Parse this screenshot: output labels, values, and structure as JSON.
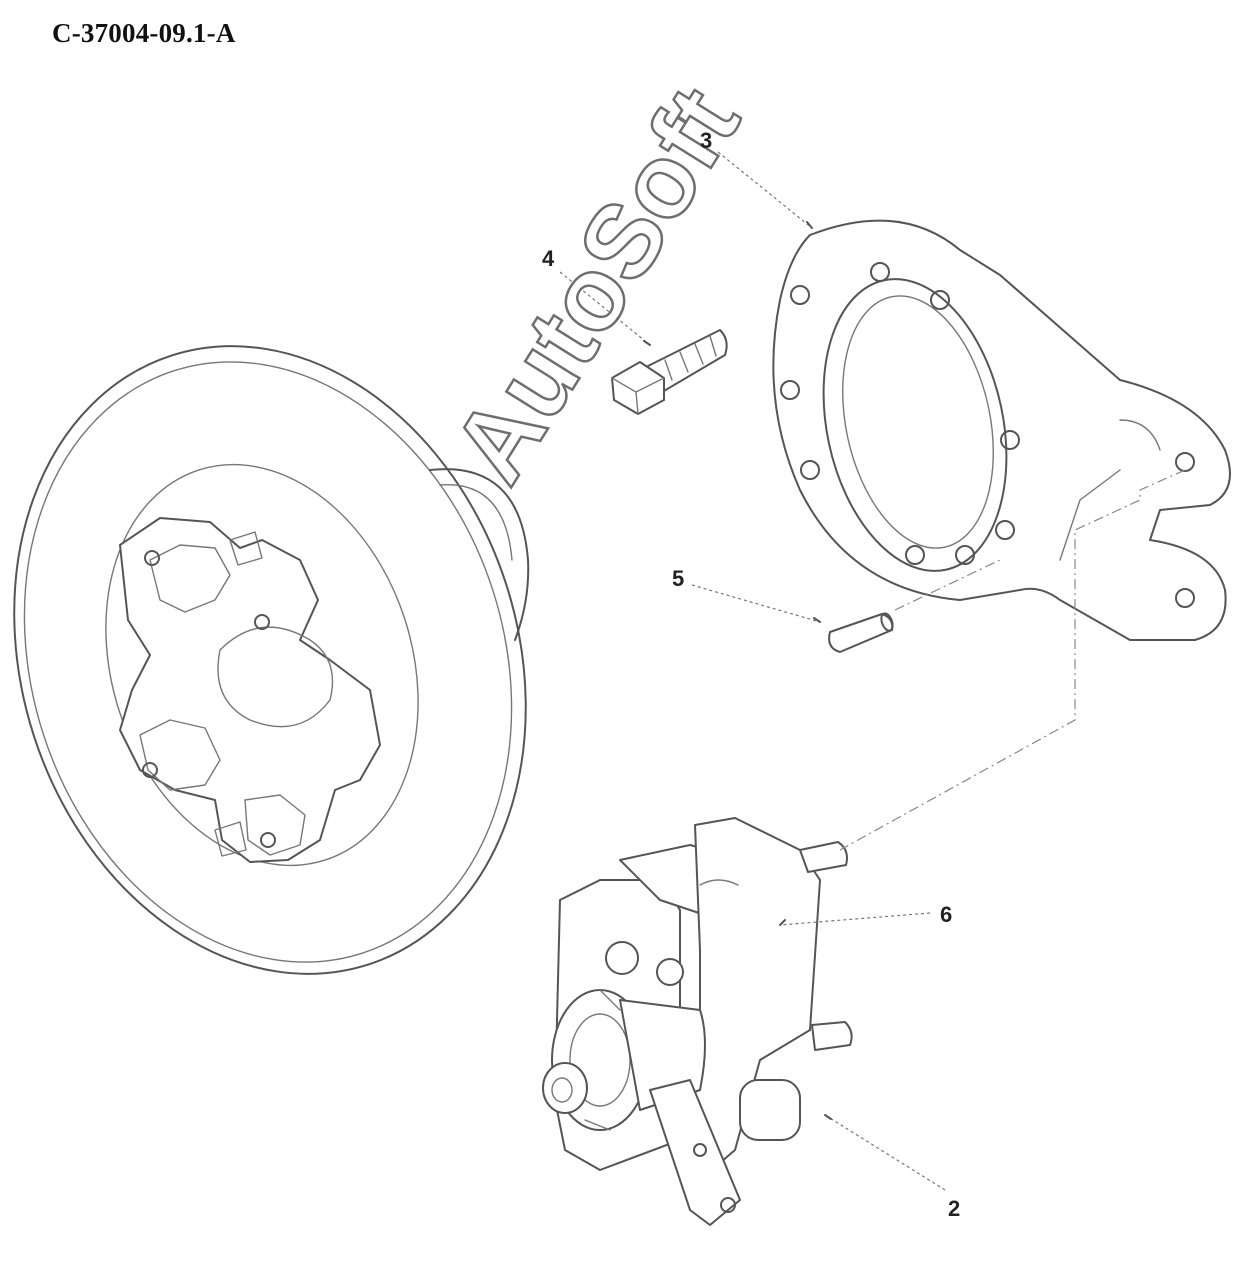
{
  "document": {
    "code": "C-37004-09.1-A",
    "watermark": "AutoSoft"
  },
  "callouts": [
    {
      "id": "3",
      "label": "3"
    },
    {
      "id": "4",
      "label": "4"
    },
    {
      "id": "5",
      "label": "5"
    },
    {
      "id": "6",
      "label": "6"
    },
    {
      "id": "2",
      "label": "2"
    }
  ]
}
